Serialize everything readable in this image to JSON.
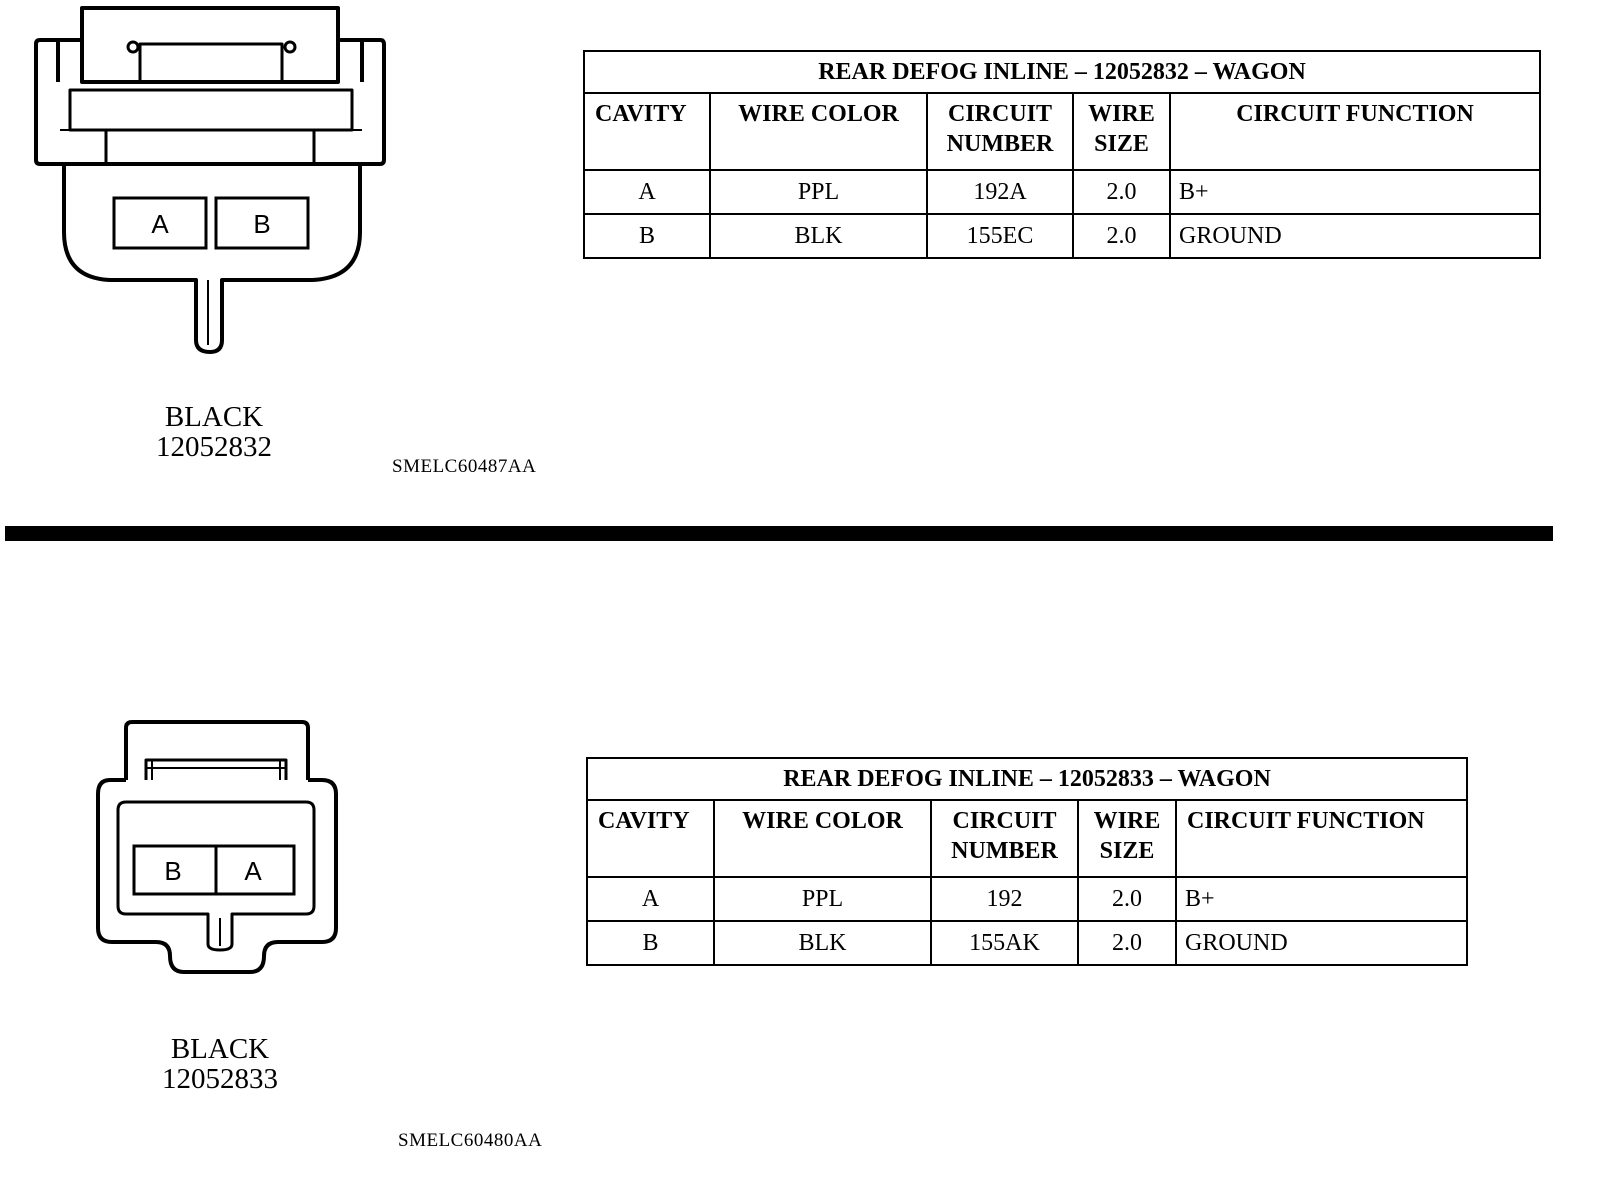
{
  "connectors": [
    {
      "color": "BLACK",
      "part_number": "12052832",
      "code": "SMELC60487AA",
      "cavities": [
        "A",
        "B"
      ],
      "table": {
        "title": "REAR DEFOG INLINE – 12052832 – WAGON",
        "headers": {
          "cavity": "CAVITY",
          "wire_color": "WIRE COLOR",
          "circuit_number_1": "CIRCUIT",
          "circuit_number_2": "NUMBER",
          "wire_size_1": "WIRE",
          "wire_size_2": "SIZE",
          "circuit_function": "CIRCUIT FUNCTION"
        },
        "rows": [
          {
            "cavity": "A",
            "wire_color": "PPL",
            "circuit_number": "192A",
            "wire_size": "2.0",
            "function": "B+"
          },
          {
            "cavity": "B",
            "wire_color": "BLK",
            "circuit_number": "155EC",
            "wire_size": "2.0",
            "function": "GROUND"
          }
        ]
      }
    },
    {
      "color": "BLACK",
      "part_number": "12052833",
      "code": "SMELC60480AA",
      "cavities": [
        "B",
        "A"
      ],
      "table": {
        "title": "REAR DEFOG INLINE – 12052833 – WAGON",
        "headers": {
          "cavity": "CAVITY",
          "wire_color": "WIRE COLOR",
          "circuit_number_1": "CIRCUIT",
          "circuit_number_2": "NUMBER",
          "wire_size_1": "WIRE",
          "wire_size_2": "SIZE",
          "circuit_function": "CIRCUIT FUNCTION"
        },
        "rows": [
          {
            "cavity": "A",
            "wire_color": "PPL",
            "circuit_number": "192",
            "wire_size": "2.0",
            "function": "B+"
          },
          {
            "cavity": "B",
            "wire_color": "BLK",
            "circuit_number": "155AK",
            "wire_size": "2.0",
            "function": "GROUND"
          }
        ]
      }
    }
  ]
}
